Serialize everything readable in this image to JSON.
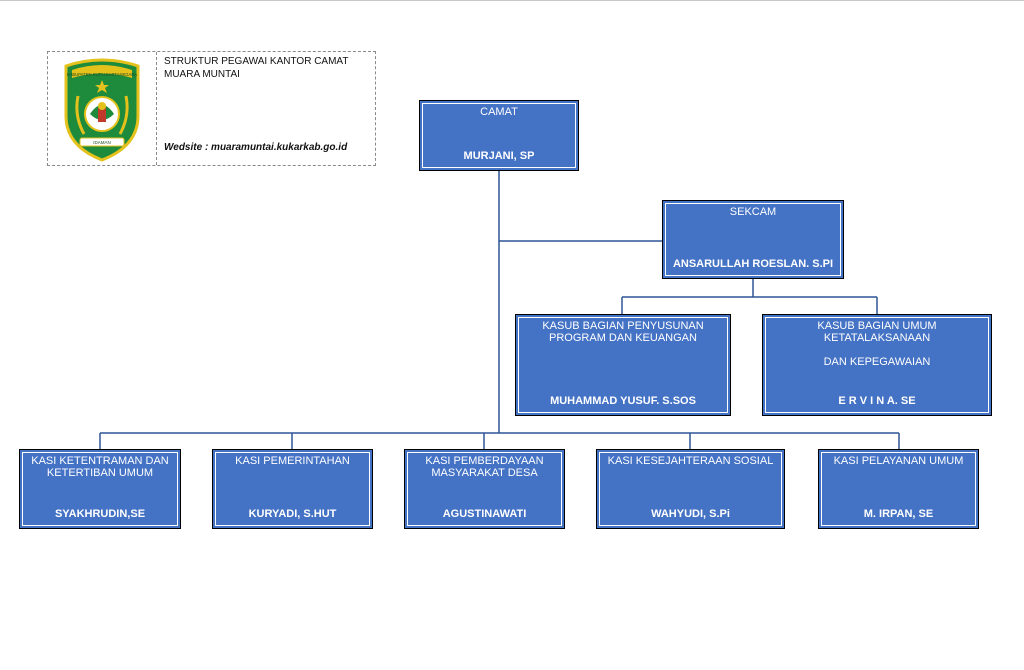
{
  "header": {
    "title_line1": "STRUKTUR PEGAWAI KANTOR CAMAT",
    "title_line2": "MUARA MUNTAI",
    "website": "Wedsite : muaramuntai.kukarkab.go.id",
    "logo_top_text": "KABUPATEN KUTAI KARTANEGARA",
    "logo_bottom_text": "IDAMAN"
  },
  "colors": {
    "box_fill": "#4472c4",
    "box_text": "#ffffff",
    "connector": "#2f5597",
    "logo_green": "#1e8a3c",
    "logo_gold": "#e4c11b"
  },
  "orgchart": {
    "camat": {
      "role": "CAMAT",
      "name": "MURJANI, SP"
    },
    "sekcam": {
      "role": "SEKCAM",
      "name": "ANSARULLAH ROESLAN. S.PI"
    },
    "kasub_program": {
      "role": "KASUB BAGIAN PENYUSUNAN\nPROGRAM DAN KEUANGAN",
      "name": "MUHAMMAD YUSUF. S.SOS"
    },
    "kasub_umum": {
      "role": "KASUB BAGIAN UMUM\nKETATALAKSANAAN\n\nDAN KEPEGAWAIAN",
      "name": "E R V I N A. SE"
    },
    "kasi_trantib": {
      "role": "KASI KETENTRAMAN DAN\nKETERTIBAN UMUM",
      "name": "SYAKHRUDIN,SE"
    },
    "kasi_pemerintahan": {
      "role": "KASI PEMERINTAHAN",
      "name": "KURYADI, S.HUT"
    },
    "kasi_pmd": {
      "role": "KASI PEMBERDAYAAN\nMASYARAKAT DESA",
      "name": "AGUSTINAWATI"
    },
    "kasi_kesos": {
      "role": "KASI KESEJAHTERAAN SOSIAL",
      "name": "WAHYUDI, S.Pi"
    },
    "kasi_pelayanan": {
      "role": "KASI PELAYANAN UMUM",
      "name": "M. IRPAN, SE"
    }
  }
}
